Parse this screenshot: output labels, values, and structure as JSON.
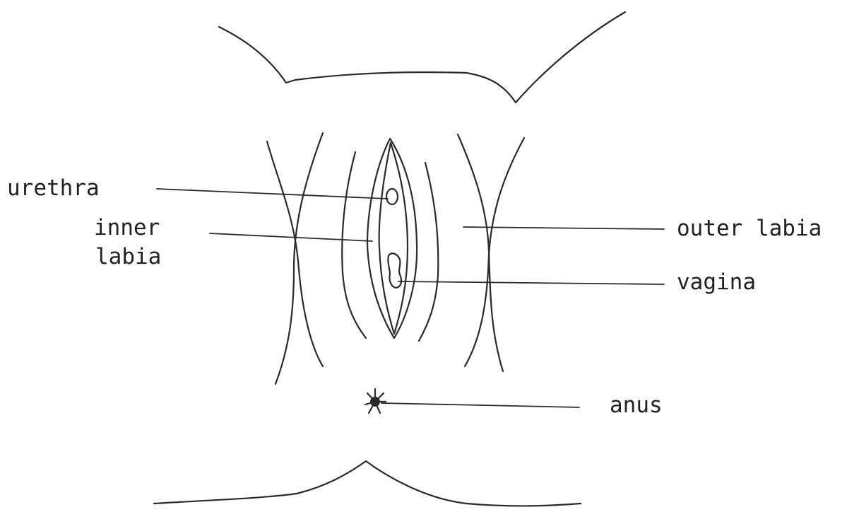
{
  "labels": {
    "urethra": "urethra",
    "inner_labia_line1": "inner",
    "inner_labia_line2": "labia",
    "outer_labia": "outer labia",
    "vagina": "vagina",
    "anus": "anus"
  },
  "colors": {
    "ink": "#2a2a2a",
    "background": "#ffffff"
  }
}
